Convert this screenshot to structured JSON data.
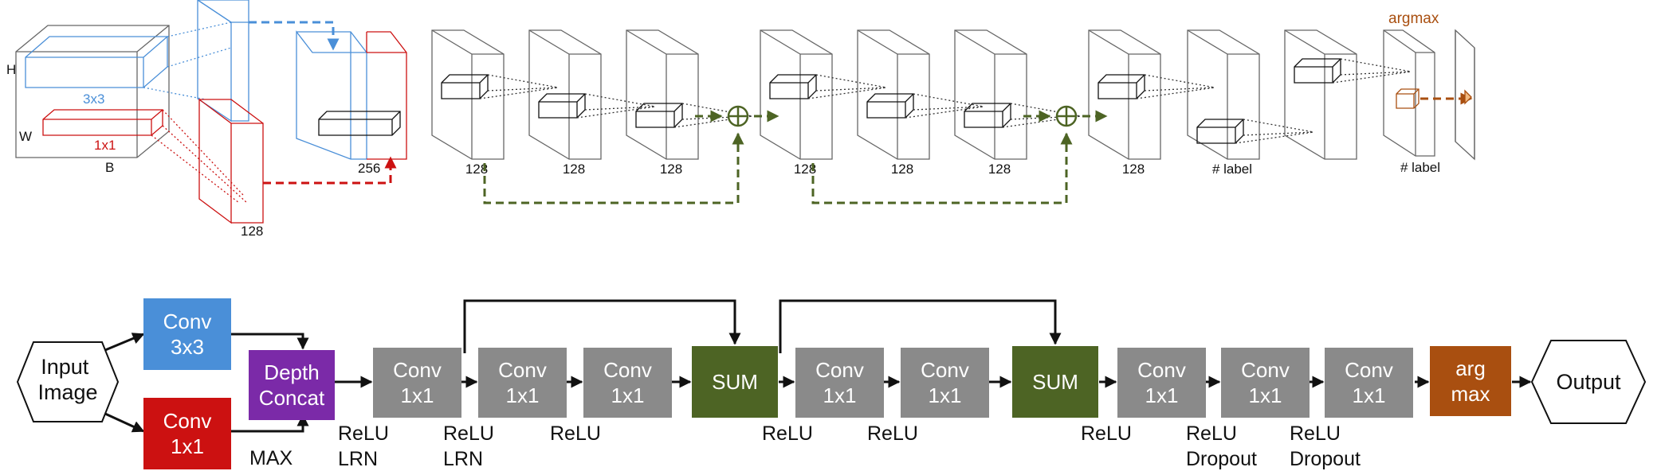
{
  "colors": {
    "conv3": "#4a8fd8",
    "conv1": "#cc1111",
    "concat": "#7b2aa8",
    "conv": "#8a8a8a",
    "sum": "#4d6424",
    "argmax": "#a94f10",
    "skip": "#4d6424",
    "blue_line": "#4a8fd8",
    "red_line": "#cc1111",
    "argmax_line": "#a94f10"
  },
  "top": {
    "input_volume": {
      "h": "H",
      "w": "W",
      "b": "B",
      "k3": "3x3",
      "k1": "1x1"
    },
    "depth_labels": [
      "128",
      "256",
      "128",
      "128",
      "128",
      "128",
      "128",
      "128",
      "128",
      "# label"
    ],
    "argmax_label": "argmax"
  },
  "bottom": {
    "input": "Input\nImage",
    "output": "Output",
    "conv3": "Conv\n3x3",
    "conv1": "Conv\n1x1",
    "concat": "Depth\nConcat",
    "convs": [
      "Conv\n1x1",
      "Conv\n1x1",
      "Conv\n1x1",
      "Conv\n1x1",
      "Conv\n1x1",
      "Conv\n1x1",
      "Conv\n1x1",
      "Conv\n1x1"
    ],
    "sums": [
      "SUM",
      "SUM"
    ],
    "argmax": "arg\nmax",
    "pool_label": "MAX",
    "activations": [
      "ReLU\nLRN",
      "ReLU\nLRN",
      "ReLU",
      "ReLU",
      "ReLU",
      "ReLU",
      "ReLU\nDropout",
      "ReLU\nDropout"
    ]
  }
}
